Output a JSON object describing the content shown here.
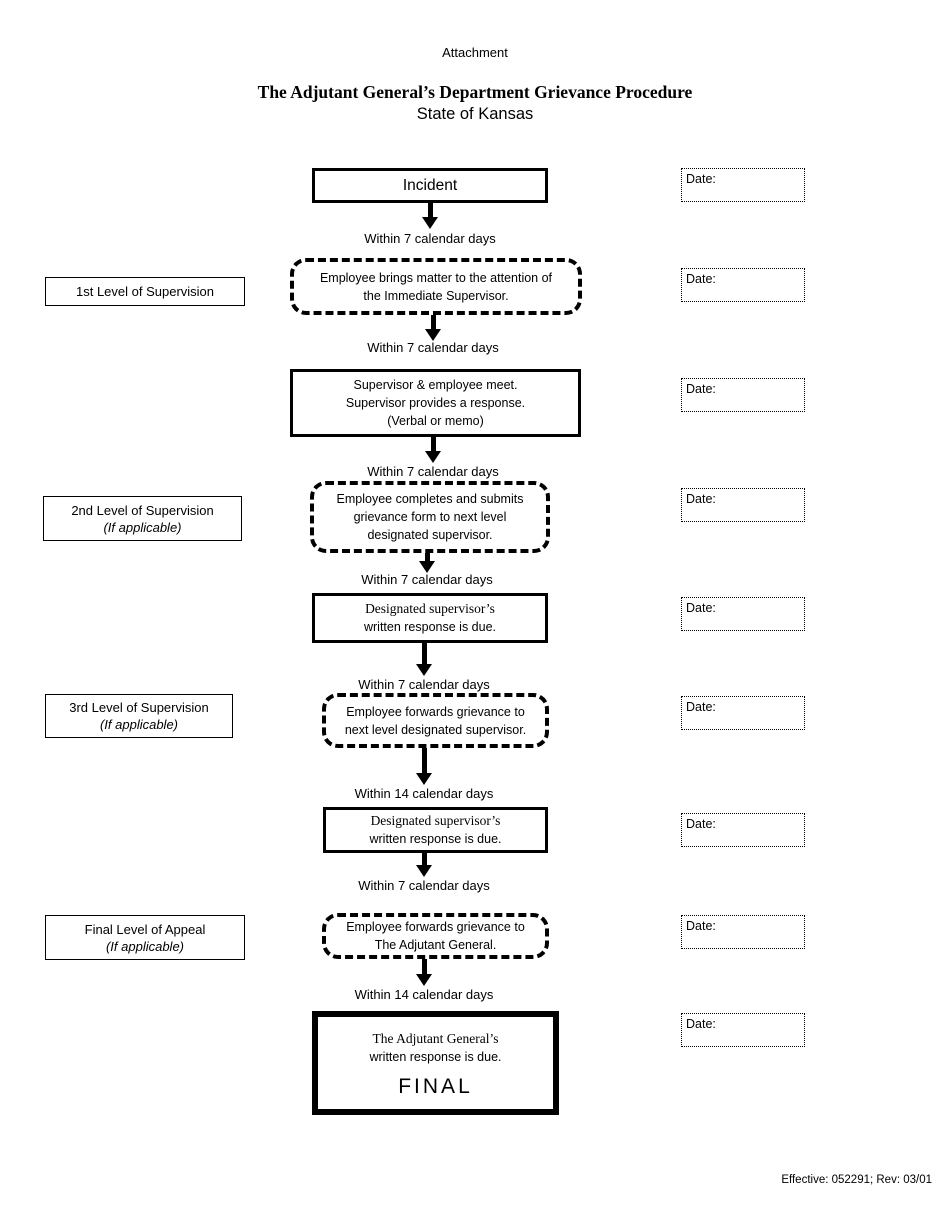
{
  "header": {
    "attachment": "Attachment",
    "title": "The Adjutant General’s Department Grievance Procedure",
    "subtitle": "State of Kansas"
  },
  "side_labels": [
    {
      "title": "1st Level of Supervision",
      "note": ""
    },
    {
      "title": "2nd Level of Supervision",
      "note": "(If applicable)"
    },
    {
      "title": "3rd Level of Supervision",
      "note": "(If applicable)"
    },
    {
      "title": "Final Level of Appeal",
      "note": "(If applicable)"
    }
  ],
  "nodes": {
    "incident": {
      "label": "Incident"
    },
    "bring_matter": {
      "line1": "Employee brings matter to the attention of",
      "line2": "the Immediate Supervisor."
    },
    "supervisor_meet": {
      "line1": "Supervisor & employee meet.",
      "line2": "Supervisor provides a response.",
      "line3": "(Verbal or memo)"
    },
    "submit_form": {
      "line1": "Employee completes and submits",
      "line2": "grievance form to next level",
      "line3": "designated supervisor."
    },
    "response_due_1": {
      "line1": "Designated supervisor’s",
      "line2": "written response is due."
    },
    "forward_next": {
      "line1": "Employee forwards grievance to",
      "line2": "next level designated supervisor."
    },
    "response_due_2": {
      "line1": "Designated supervisor’s",
      "line2": "written response is due."
    },
    "forward_adjutant_general": {
      "line1": "Employee forwards grievance to",
      "line2": "The Adjutant General."
    },
    "final": {
      "line1": "The Adjutant General’s",
      "line2": "written response is due.",
      "final_label": "FINAL"
    }
  },
  "connectors": [
    {
      "label": "Within 7 calendar days"
    },
    {
      "label": "Within 7 calendar days"
    },
    {
      "label": "Within 7 calendar days"
    },
    {
      "label": "Within 7 calendar days"
    },
    {
      "label": "Within 7 calendar days"
    },
    {
      "label": "Within 14 calendar days"
    },
    {
      "label": "Within 7 calendar days"
    },
    {
      "label": "Within 14 calendar days"
    }
  ],
  "date_fields": [
    {
      "label": "Date:"
    },
    {
      "label": "Date:"
    },
    {
      "label": "Date:"
    },
    {
      "label": "Date:"
    },
    {
      "label": "Date:"
    },
    {
      "label": "Date:"
    },
    {
      "label": "Date:"
    },
    {
      "label": "Date:"
    },
    {
      "label": "Date:"
    }
  ],
  "footer": {
    "revision": "Effective: 052291; Rev: 03/01"
  },
  "colors": {
    "ink": "#000000",
    "paper": "#ffffff"
  }
}
